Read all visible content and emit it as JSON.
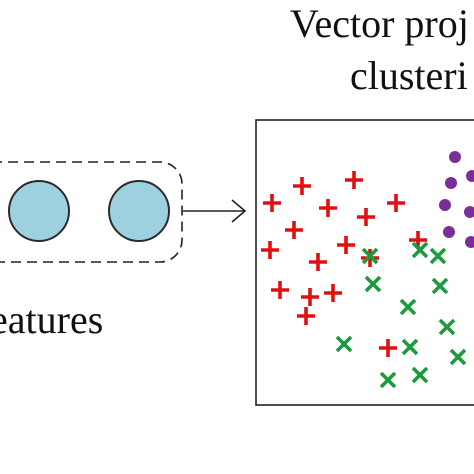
{
  "title": {
    "line1": "Vector proj",
    "line2": "clusteri"
  },
  "caption": "eatures",
  "colors": {
    "circle_fill": "#9dd1e0",
    "circle_stroke": "#2b2b2b",
    "plus": "#e01010",
    "cross": "#1e9a3e",
    "dot": "#7a2e9a"
  },
  "icons": {
    "plus": "plus-marker-icon",
    "cross": "cross-marker-icon",
    "dot": "dot-marker-icon",
    "arrow": "arrow-right-icon"
  }
}
